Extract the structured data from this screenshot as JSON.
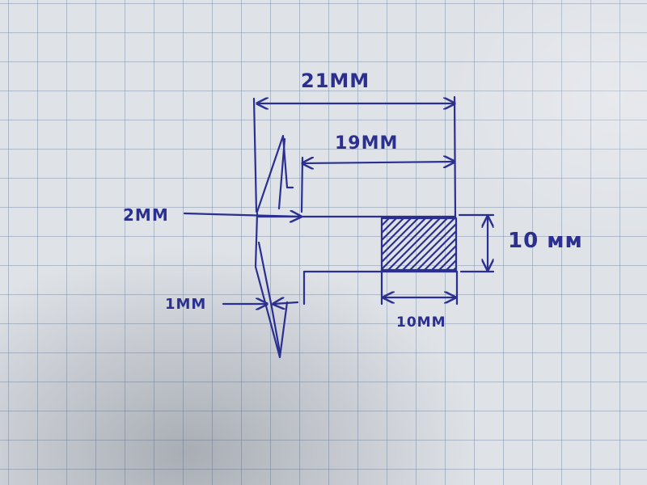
{
  "colors": {
    "ink": "#2b2f8f",
    "paper": "#dfe2e7",
    "grid": "#7887a0"
  },
  "labels": {
    "overall_width": "21MM",
    "inner_width": "19MM",
    "left_offset": "2MM",
    "tip_thickness": "1MM",
    "block_height": "10 мм",
    "block_width": "10MM"
  }
}
